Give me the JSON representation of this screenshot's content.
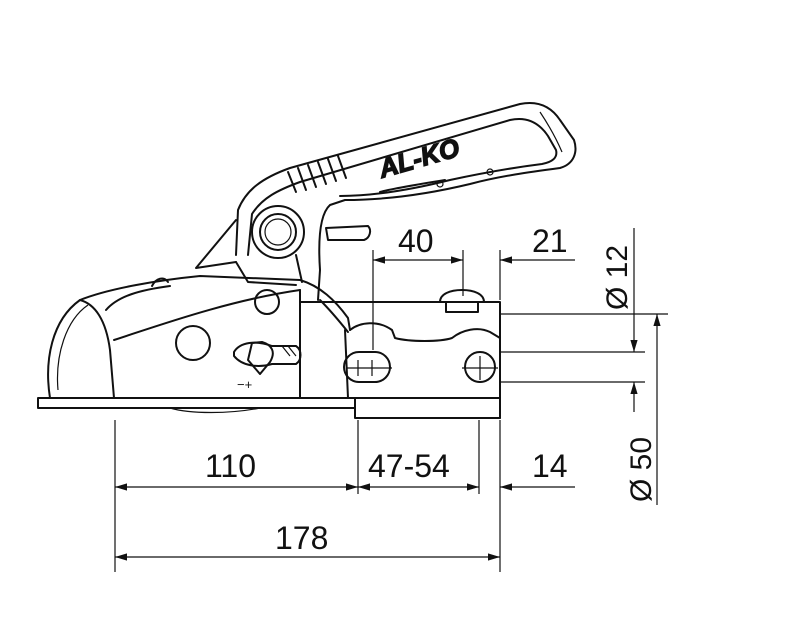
{
  "brand": "AL-KO",
  "orientation_marks": "−+",
  "dimensions": {
    "top_left": "40",
    "top_right": "21",
    "bottom_left": "110",
    "bottom_middle": "47-54",
    "bottom_right": "14",
    "overall": "178",
    "hole_diameter": "Ø 12",
    "ball_diameter": "Ø 50"
  },
  "colors": {
    "line": "#111111",
    "background": "#ffffff"
  }
}
